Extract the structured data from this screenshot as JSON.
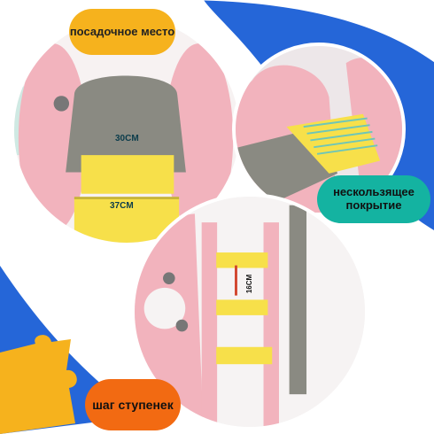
{
  "labels": {
    "seat": "посадочное место",
    "cover": "нескользящее покрытие",
    "steps": "шаг ступенек"
  },
  "dimensions": {
    "seat_width": "30CM",
    "step_width": "37CM",
    "step_height": "16CM"
  },
  "colors": {
    "blue_wave": "#2566d8",
    "pink": "#f2b3bd",
    "yellow": "#f7e04a",
    "gray_slide": "#8a8a82",
    "badge_seat": "#f6b21d",
    "badge_cover": "#14b3a1",
    "badge_steps": "#f26a12",
    "puzzle": "#f6b21d"
  }
}
